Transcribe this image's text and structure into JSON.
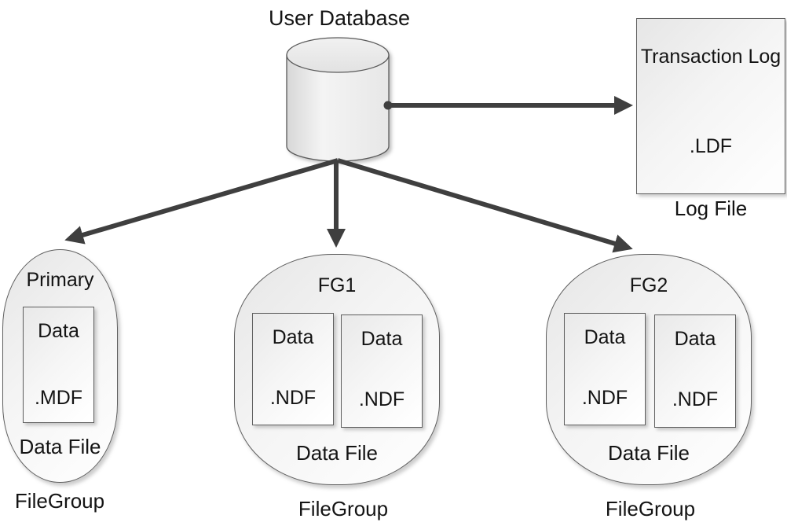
{
  "title": "User Database",
  "colors": {
    "arrow": "#3f3f3f",
    "shape_border": "#5f5f5f",
    "text": "#141414"
  },
  "transaction_log": {
    "title": "Transaction Log",
    "extension": ".LDF",
    "caption": "Log File"
  },
  "filegroups": [
    {
      "name": "Primary",
      "caption": "Data File",
      "group_label": "FileGroup",
      "files": [
        {
          "label": "Data",
          "extension": ".MDF"
        }
      ]
    },
    {
      "name": "FG1",
      "caption": "Data File",
      "group_label": "FileGroup",
      "files": [
        {
          "label": "Data",
          "extension": ".NDF"
        },
        {
          "label": "Data",
          "extension": ".NDF"
        }
      ]
    },
    {
      "name": "FG2",
      "caption": "Data File",
      "group_label": "FileGroup",
      "files": [
        {
          "label": "Data",
          "extension": ".NDF"
        },
        {
          "label": "Data",
          "extension": ".NDF"
        }
      ]
    }
  ]
}
